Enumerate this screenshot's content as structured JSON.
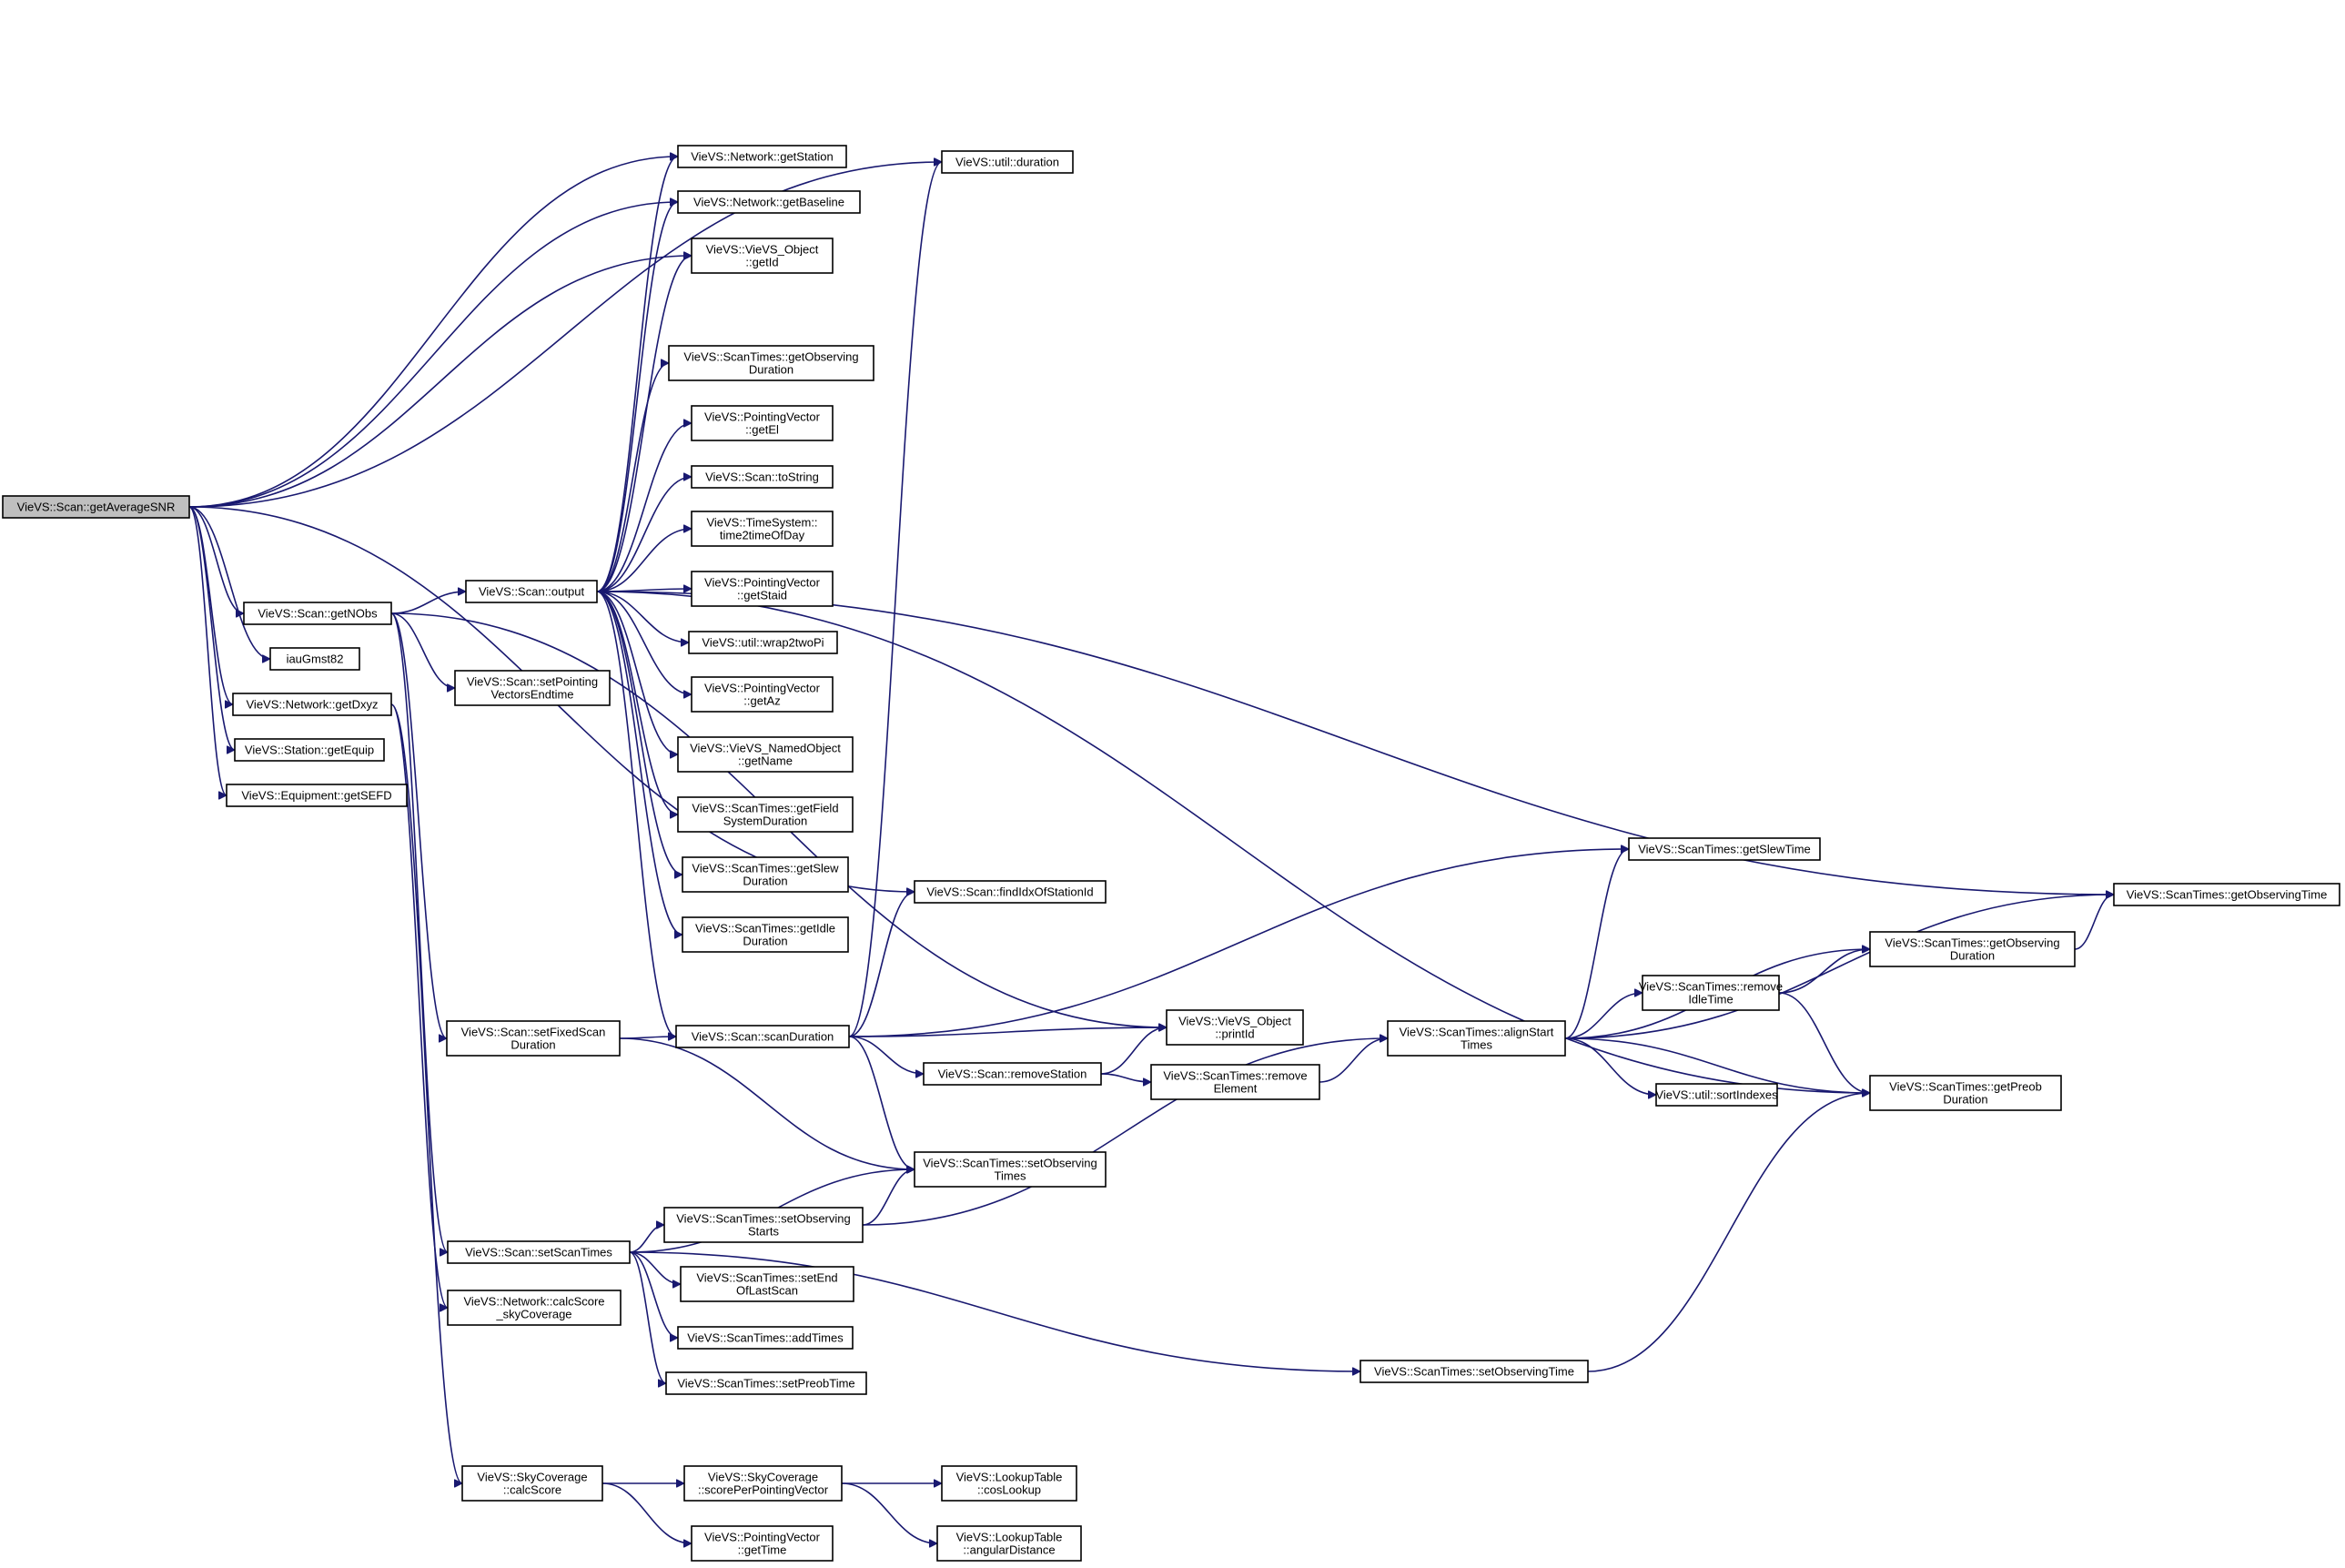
{
  "diagram": {
    "type": "call-graph",
    "root": "n0",
    "colors": {
      "edge": "#191970",
      "node_fill": "#ffffff",
      "root_fill": "#bfbfbf",
      "node_stroke": "#000000"
    },
    "nodes": [
      {
        "id": "n0",
        "lines": [
          "VieVS::Scan::getAverageSNR"
        ]
      },
      {
        "id": "n1",
        "lines": [
          "VieVS::util::duration"
        ]
      },
      {
        "id": "n2",
        "lines": [
          "VieVS::Network::getStation"
        ]
      },
      {
        "id": "n3",
        "lines": [
          "VieVS::Network::getBaseline"
        ]
      },
      {
        "id": "n4",
        "lines": [
          "VieVS::VieVS_Object",
          "::getId"
        ]
      },
      {
        "id": "n5",
        "lines": [
          "VieVS::ScanTimes::getObserving",
          "Duration"
        ]
      },
      {
        "id": "n6",
        "lines": [
          "VieVS::PointingVector",
          "::getEl"
        ]
      },
      {
        "id": "n7",
        "lines": [
          "VieVS::Scan::toString"
        ]
      },
      {
        "id": "n8",
        "lines": [
          "VieVS::TimeSystem::",
          "time2timeOfDay"
        ]
      },
      {
        "id": "n9",
        "lines": [
          "VieVS::PointingVector",
          "::getStaid"
        ]
      },
      {
        "id": "n10",
        "lines": [
          "VieVS::util::wrap2twoPi"
        ]
      },
      {
        "id": "n11",
        "lines": [
          "VieVS::PointingVector",
          "::getAz"
        ]
      },
      {
        "id": "n12",
        "lines": [
          "VieVS::VieVS_NamedObject",
          "::getName"
        ]
      },
      {
        "id": "n13",
        "lines": [
          "VieVS::ScanTimes::getField",
          "SystemDuration"
        ]
      },
      {
        "id": "n14",
        "lines": [
          "VieVS::ScanTimes::getSlew",
          "Duration"
        ]
      },
      {
        "id": "n15",
        "lines": [
          "VieVS::ScanTimes::getIdle",
          "Duration"
        ]
      },
      {
        "id": "n16",
        "lines": [
          "VieVS::Scan::getNObs"
        ]
      },
      {
        "id": "n17",
        "lines": [
          "iauGmst82"
        ]
      },
      {
        "id": "n18",
        "lines": [
          "VieVS::Network::getDxyz"
        ]
      },
      {
        "id": "n19",
        "lines": [
          "VieVS::Station::getEquip"
        ]
      },
      {
        "id": "n20",
        "lines": [
          "VieVS::Equipment::getSEFD"
        ]
      },
      {
        "id": "n21",
        "lines": [
          "VieVS::Scan::output"
        ]
      },
      {
        "id": "n22",
        "lines": [
          "VieVS::Scan::setPointing",
          "VectorsEndtime"
        ]
      },
      {
        "id": "n23",
        "lines": [
          "VieVS::Scan::setFixedScan",
          "Duration"
        ]
      },
      {
        "id": "n24",
        "lines": [
          "VieVS::Scan::scanDuration"
        ]
      },
      {
        "id": "n25",
        "lines": [
          "VieVS::Scan::findIdxOfStationId"
        ]
      },
      {
        "id": "n26",
        "lines": [
          "VieVS::VieVS_Object",
          "::printId"
        ]
      },
      {
        "id": "n27",
        "lines": [
          "VieVS::Scan::removeStation"
        ]
      },
      {
        "id": "n28",
        "lines": [
          "VieVS::ScanTimes::remove",
          "Element"
        ]
      },
      {
        "id": "n29",
        "lines": [
          "VieVS::ScanTimes::alignStart",
          "Times"
        ]
      },
      {
        "id": "n30",
        "lines": [
          "VieVS::ScanTimes::getSlewTime"
        ]
      },
      {
        "id": "n31",
        "lines": [
          "VieVS::ScanTimes::getObservingTime"
        ]
      },
      {
        "id": "n32",
        "lines": [
          "VieVS::ScanTimes::getObserving",
          "Duration"
        ]
      },
      {
        "id": "n33",
        "lines": [
          "VieVS::ScanTimes::remove",
          "IdleTime"
        ]
      },
      {
        "id": "n34",
        "lines": [
          "VieVS::util::sortIndexes"
        ]
      },
      {
        "id": "n35",
        "lines": [
          "VieVS::ScanTimes::getPreob",
          "Duration"
        ]
      },
      {
        "id": "n36",
        "lines": [
          "VieVS::ScanTimes::setObserving",
          "Times"
        ]
      },
      {
        "id": "n37",
        "lines": [
          "VieVS::Scan::setScanTimes"
        ]
      },
      {
        "id": "n38",
        "lines": [
          "VieVS::ScanTimes::setObserving",
          "Starts"
        ]
      },
      {
        "id": "n39",
        "lines": [
          "VieVS::ScanTimes::setEnd",
          "OfLastScan"
        ]
      },
      {
        "id": "n40",
        "lines": [
          "VieVS::ScanTimes::addTimes"
        ]
      },
      {
        "id": "n41",
        "lines": [
          "VieVS::ScanTimes::setPreobTime"
        ]
      },
      {
        "id": "n42",
        "lines": [
          "VieVS::Network::calcScore",
          "_skyCoverage"
        ]
      },
      {
        "id": "n43",
        "lines": [
          "VieVS::ScanTimes::setObservingTime"
        ]
      },
      {
        "id": "n44",
        "lines": [
          "VieVS::SkyCoverage",
          "::calcScore"
        ]
      },
      {
        "id": "n45",
        "lines": [
          "VieVS::SkyCoverage",
          "::scorePerPointingVector"
        ]
      },
      {
        "id": "n46",
        "lines": [
          "VieVS::LookupTable",
          "::cosLookup"
        ]
      },
      {
        "id": "n47",
        "lines": [
          "VieVS::LookupTable",
          "::angularDistance"
        ]
      },
      {
        "id": "n48",
        "lines": [
          "VieVS::PointingVector",
          "::getTime"
        ]
      }
    ],
    "edges": [
      [
        "n0",
        "n1"
      ],
      [
        "n0",
        "n2"
      ],
      [
        "n0",
        "n3"
      ],
      [
        "n0",
        "n4"
      ],
      [
        "n0",
        "n25"
      ],
      [
        "n0",
        "n16"
      ],
      [
        "n0",
        "n17"
      ],
      [
        "n0",
        "n18"
      ],
      [
        "n0",
        "n19"
      ],
      [
        "n0",
        "n20"
      ],
      [
        "n16",
        "n21"
      ],
      [
        "n16",
        "n22"
      ],
      [
        "n16",
        "n23"
      ],
      [
        "n16",
        "n37"
      ],
      [
        "n16",
        "n26"
      ],
      [
        "n18",
        "n42"
      ],
      [
        "n18",
        "n44"
      ],
      [
        "n21",
        "n2"
      ],
      [
        "n21",
        "n3"
      ],
      [
        "n21",
        "n4"
      ],
      [
        "n21",
        "n5"
      ],
      [
        "n21",
        "n6"
      ],
      [
        "n21",
        "n7"
      ],
      [
        "n21",
        "n8"
      ],
      [
        "n21",
        "n9"
      ],
      [
        "n21",
        "n10"
      ],
      [
        "n21",
        "n11"
      ],
      [
        "n21",
        "n12"
      ],
      [
        "n21",
        "n13"
      ],
      [
        "n21",
        "n14"
      ],
      [
        "n21",
        "n15"
      ],
      [
        "n21",
        "n24"
      ],
      [
        "n21",
        "n31"
      ],
      [
        "n21",
        "n35"
      ],
      [
        "n23",
        "n24"
      ],
      [
        "n23",
        "n36"
      ],
      [
        "n24",
        "n1"
      ],
      [
        "n24",
        "n25"
      ],
      [
        "n24",
        "n30"
      ],
      [
        "n24",
        "n26"
      ],
      [
        "n24",
        "n27"
      ],
      [
        "n24",
        "n36"
      ],
      [
        "n27",
        "n26"
      ],
      [
        "n27",
        "n28"
      ],
      [
        "n28",
        "n29"
      ],
      [
        "n29",
        "n30"
      ],
      [
        "n29",
        "n31"
      ],
      [
        "n29",
        "n32"
      ],
      [
        "n29",
        "n33"
      ],
      [
        "n29",
        "n34"
      ],
      [
        "n29",
        "n35"
      ],
      [
        "n32",
        "n31"
      ],
      [
        "n33",
        "n32"
      ],
      [
        "n33",
        "n35"
      ],
      [
        "n37",
        "n36"
      ],
      [
        "n37",
        "n38"
      ],
      [
        "n37",
        "n39"
      ],
      [
        "n37",
        "n40"
      ],
      [
        "n37",
        "n41"
      ],
      [
        "n37",
        "n43"
      ],
      [
        "n38",
        "n36"
      ],
      [
        "n38",
        "n29"
      ],
      [
        "n43",
        "n35"
      ],
      [
        "n44",
        "n45"
      ],
      [
        "n44",
        "n48"
      ],
      [
        "n45",
        "n46"
      ],
      [
        "n45",
        "n47"
      ]
    ]
  }
}
